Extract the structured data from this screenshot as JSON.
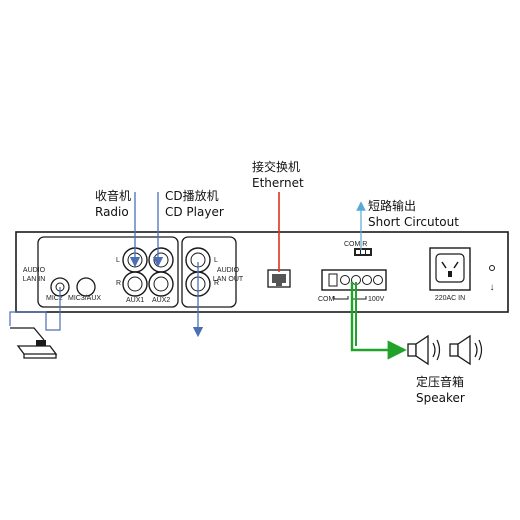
{
  "labels": {
    "radio_cn": "收音机",
    "radio_en": "Radio",
    "cd_cn": "CD播放机",
    "cd_en": "CD Player",
    "ethernet_cn": "接交换机",
    "ethernet_en": "Ethernet",
    "short_cn": "短路输出",
    "short_en": "Short Circutout",
    "speaker_cn": "定压音箱",
    "speaker_en": "Speaker"
  },
  "panel": {
    "audio_lan_in_1": "AUDIO",
    "audio_lan_in_2": "LAN IN",
    "mic2": "MIC2",
    "mic3_aux": "MIC3/AUX",
    "l1": "L",
    "r1": "R",
    "aux1": "AUX1",
    "aux2": "AUX2",
    "l2": "L",
    "r2": "R",
    "audio_lan_out_1": "AUDIO",
    "audio_lan_out_2": "LAN OUT",
    "com_r": "COM  R",
    "com": "COM",
    "v100": "100V",
    "power": "220AC IN",
    "ground_symbol": "↓"
  },
  "colors": {
    "blue_arrow": "#4a6fb5",
    "red_line": "#e0301e",
    "green_line": "#21a32a",
    "short_arrow": "#5aa8d8",
    "panel_stroke": "#1a1a1a"
  }
}
